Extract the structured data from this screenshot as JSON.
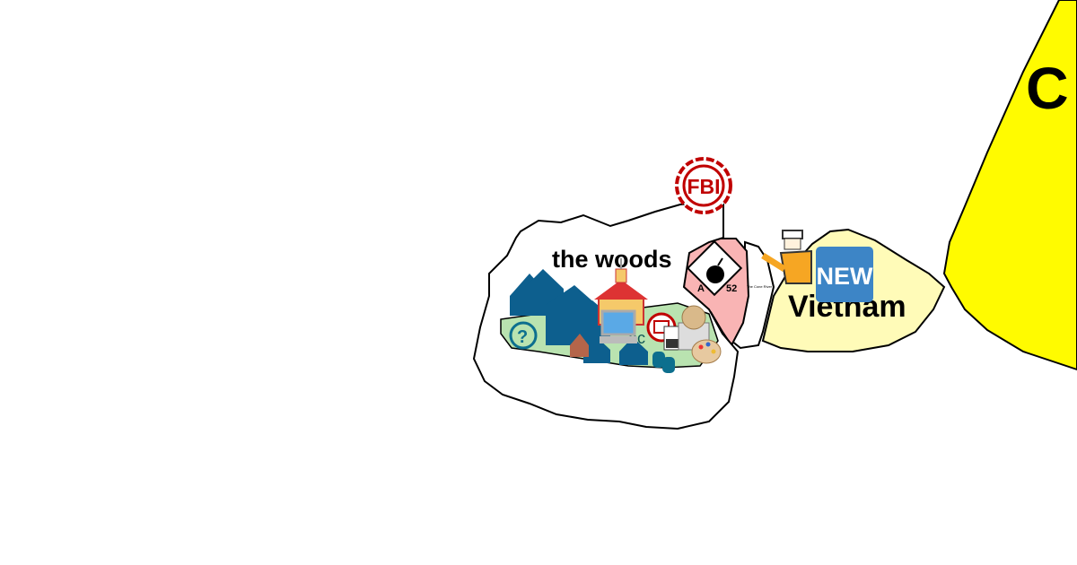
{
  "map": {
    "regions": [
      {
        "name": "the woods",
        "fill": "#ffffff"
      },
      {
        "name": "Vietnam",
        "fill": "#fffbb8"
      },
      {
        "name": "C",
        "fill": "#fffb00"
      }
    ],
    "labels": {
      "woods": "the woods",
      "vietnam": "Vietnam",
      "c_region": "C",
      "river": "The Cone River",
      "hazard_left": "A",
      "hazard_right": "52",
      "village_partial": "oc"
    },
    "badges": {
      "fbi": "FBI",
      "new": "NEW"
    },
    "colors": {
      "fbi_red": "#c00000",
      "new_blue": "#3d85c6",
      "pink_region": "#f9b4b4",
      "green_region": "#b9e3b0",
      "house_blue": "#0d5f8e"
    }
  }
}
